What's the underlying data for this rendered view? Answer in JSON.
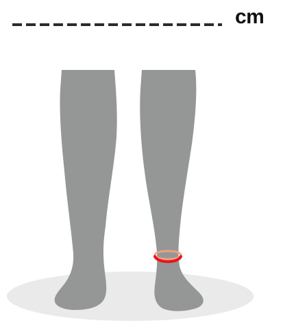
{
  "measurement": {
    "value": "",
    "unit": "cm"
  },
  "illustration": {
    "subject": "legs-ankle-measurement",
    "leg_color": "#959796",
    "floor_color": "#eaeaea",
    "marker_color": "#e8141c",
    "marker_back_color": "#f0a080",
    "marker_location": "left-leg-ankle"
  }
}
